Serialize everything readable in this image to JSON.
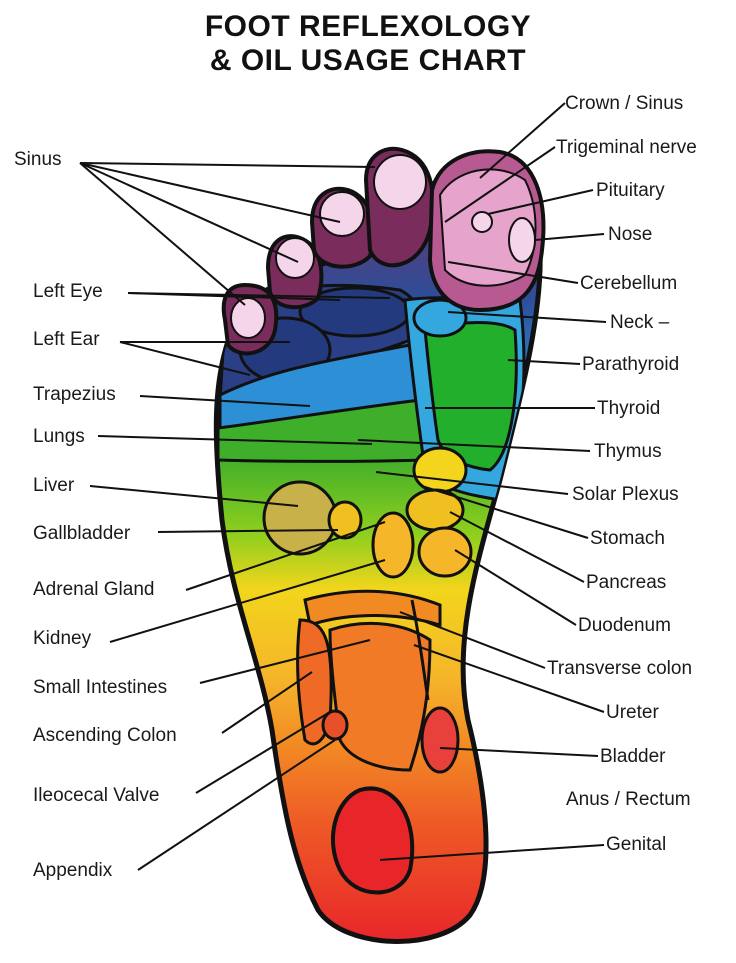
{
  "title": {
    "line1": "FOOT REFLEXOLOGY",
    "line2": "& OIL USAGE CHART"
  },
  "colors": {
    "background": "#ffffff",
    "outline": "#111111",
    "toes_pink": "#e6a3cc",
    "toes_dark": "#7a2d5c",
    "head_blue": "#2d4e9a",
    "shoulder_blue": "#2d8fd6",
    "lung_green": "#3fae2a",
    "yellow": "#f2d51c",
    "orange": "#f28a24",
    "red": "#e8262a",
    "green": "#22b02c",
    "cyan": "#33a7de"
  },
  "labels_left": [
    {
      "id": "sinus",
      "text": "Sinus"
    },
    {
      "id": "left-eye",
      "text": "Left Eye"
    },
    {
      "id": "left-ear",
      "text": "Left Ear"
    },
    {
      "id": "trapezius",
      "text": "Trapezius"
    },
    {
      "id": "lungs",
      "text": "Lungs"
    },
    {
      "id": "liver",
      "text": "Liver"
    },
    {
      "id": "gallbladder",
      "text": "Gallbladder"
    },
    {
      "id": "adrenal-gland",
      "text": "Adrenal Gland"
    },
    {
      "id": "kidney",
      "text": "Kidney"
    },
    {
      "id": "small-intestines",
      "text": "Small Intestines"
    },
    {
      "id": "ascending-colon",
      "text": "Ascending Colon"
    },
    {
      "id": "ileocecal-valve",
      "text": "Ileocecal Valve"
    },
    {
      "id": "appendix",
      "text": "Appendix"
    }
  ],
  "labels_right": [
    {
      "id": "crown-sinus",
      "text": "Crown / Sinus"
    },
    {
      "id": "trigeminal-nerve",
      "text": "Trigeminal nerve"
    },
    {
      "id": "pituitary",
      "text": "Pituitary"
    },
    {
      "id": "nose",
      "text": "Nose"
    },
    {
      "id": "cerebellum",
      "text": "Cerebellum"
    },
    {
      "id": "neck",
      "text": "Neck –"
    },
    {
      "id": "parathyroid",
      "text": "Parathyroid"
    },
    {
      "id": "thyroid",
      "text": "Thyroid"
    },
    {
      "id": "thymus",
      "text": "Thymus"
    },
    {
      "id": "solar-plexus",
      "text": "Solar Plexus"
    },
    {
      "id": "stomach",
      "text": "Stomach"
    },
    {
      "id": "pancreas",
      "text": "Pancreas"
    },
    {
      "id": "duodenum",
      "text": "Duodenum"
    },
    {
      "id": "transverse-colon",
      "text": "Transverse colon"
    },
    {
      "id": "ureter",
      "text": "Ureter"
    },
    {
      "id": "bladder",
      "text": "Bladder"
    },
    {
      "id": "anus-rectum",
      "text": "Anus / Rectum"
    },
    {
      "id": "genital",
      "text": "Genital"
    }
  ]
}
